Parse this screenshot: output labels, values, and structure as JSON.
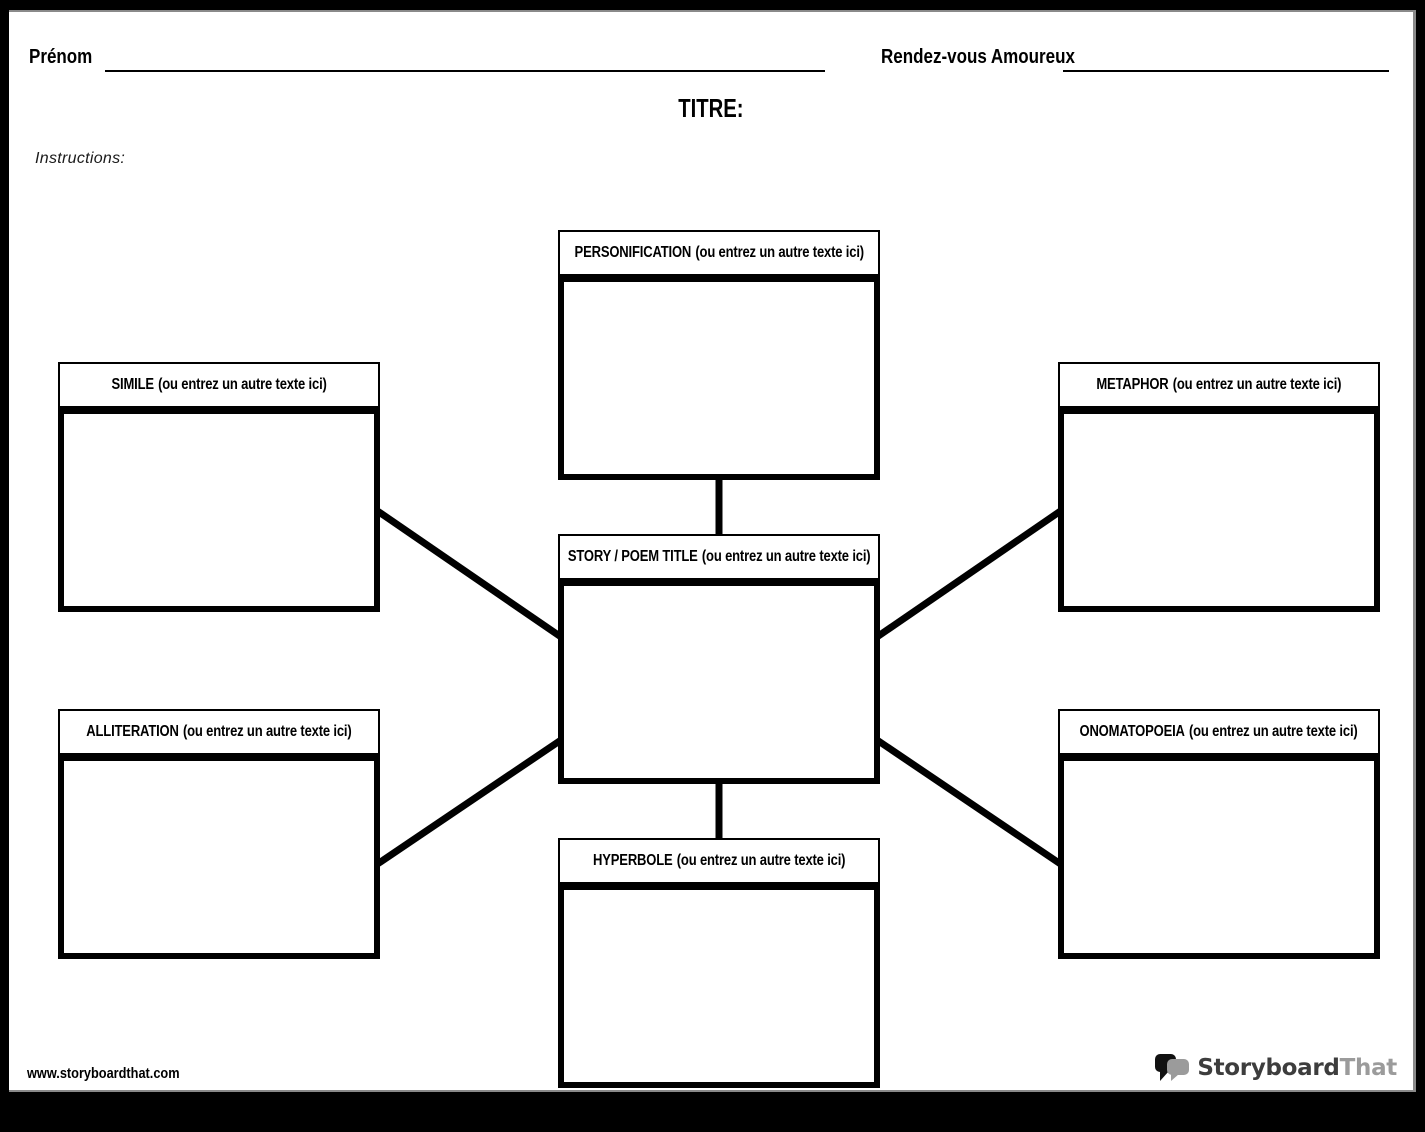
{
  "header": {
    "name_label": "Prénom",
    "assignment_label": "Rendez-vous Amoureux",
    "title_label": "TITRE:",
    "instructions_label": "Instructions:"
  },
  "diagram": {
    "center": {
      "title": "STORY / POEM TITLE",
      "subtitle": "(ou entrez un autre texte ici)"
    },
    "nodes": [
      {
        "title": "PERSONIFICATION",
        "subtitle": "(ou entrez un autre texte ici)"
      },
      {
        "title": "SIMILE",
        "subtitle": "(ou entrez un autre texte ici)"
      },
      {
        "title": "METAPHOR",
        "subtitle": "(ou entrez un autre texte ici)"
      },
      {
        "title": "ALLITERATION",
        "subtitle": "(ou entrez un autre texte ici)"
      },
      {
        "title": "ONOMATOPOEIA",
        "subtitle": "(ou entrez un autre texte ici)"
      },
      {
        "title": "HYPERBOLE",
        "subtitle": "(ou entrez un autre texte ici)"
      }
    ]
  },
  "footer": {
    "website": "www.storyboardthat.com",
    "logo_primary": "Storyboard",
    "logo_secondary": "That"
  },
  "colors": {
    "ink": "#000000",
    "paper": "#ffffff",
    "frame": "#000000",
    "bevel": "#8a8a8a",
    "logo_dark": "#3d3d3d",
    "logo_light": "#9b9b9b"
  }
}
